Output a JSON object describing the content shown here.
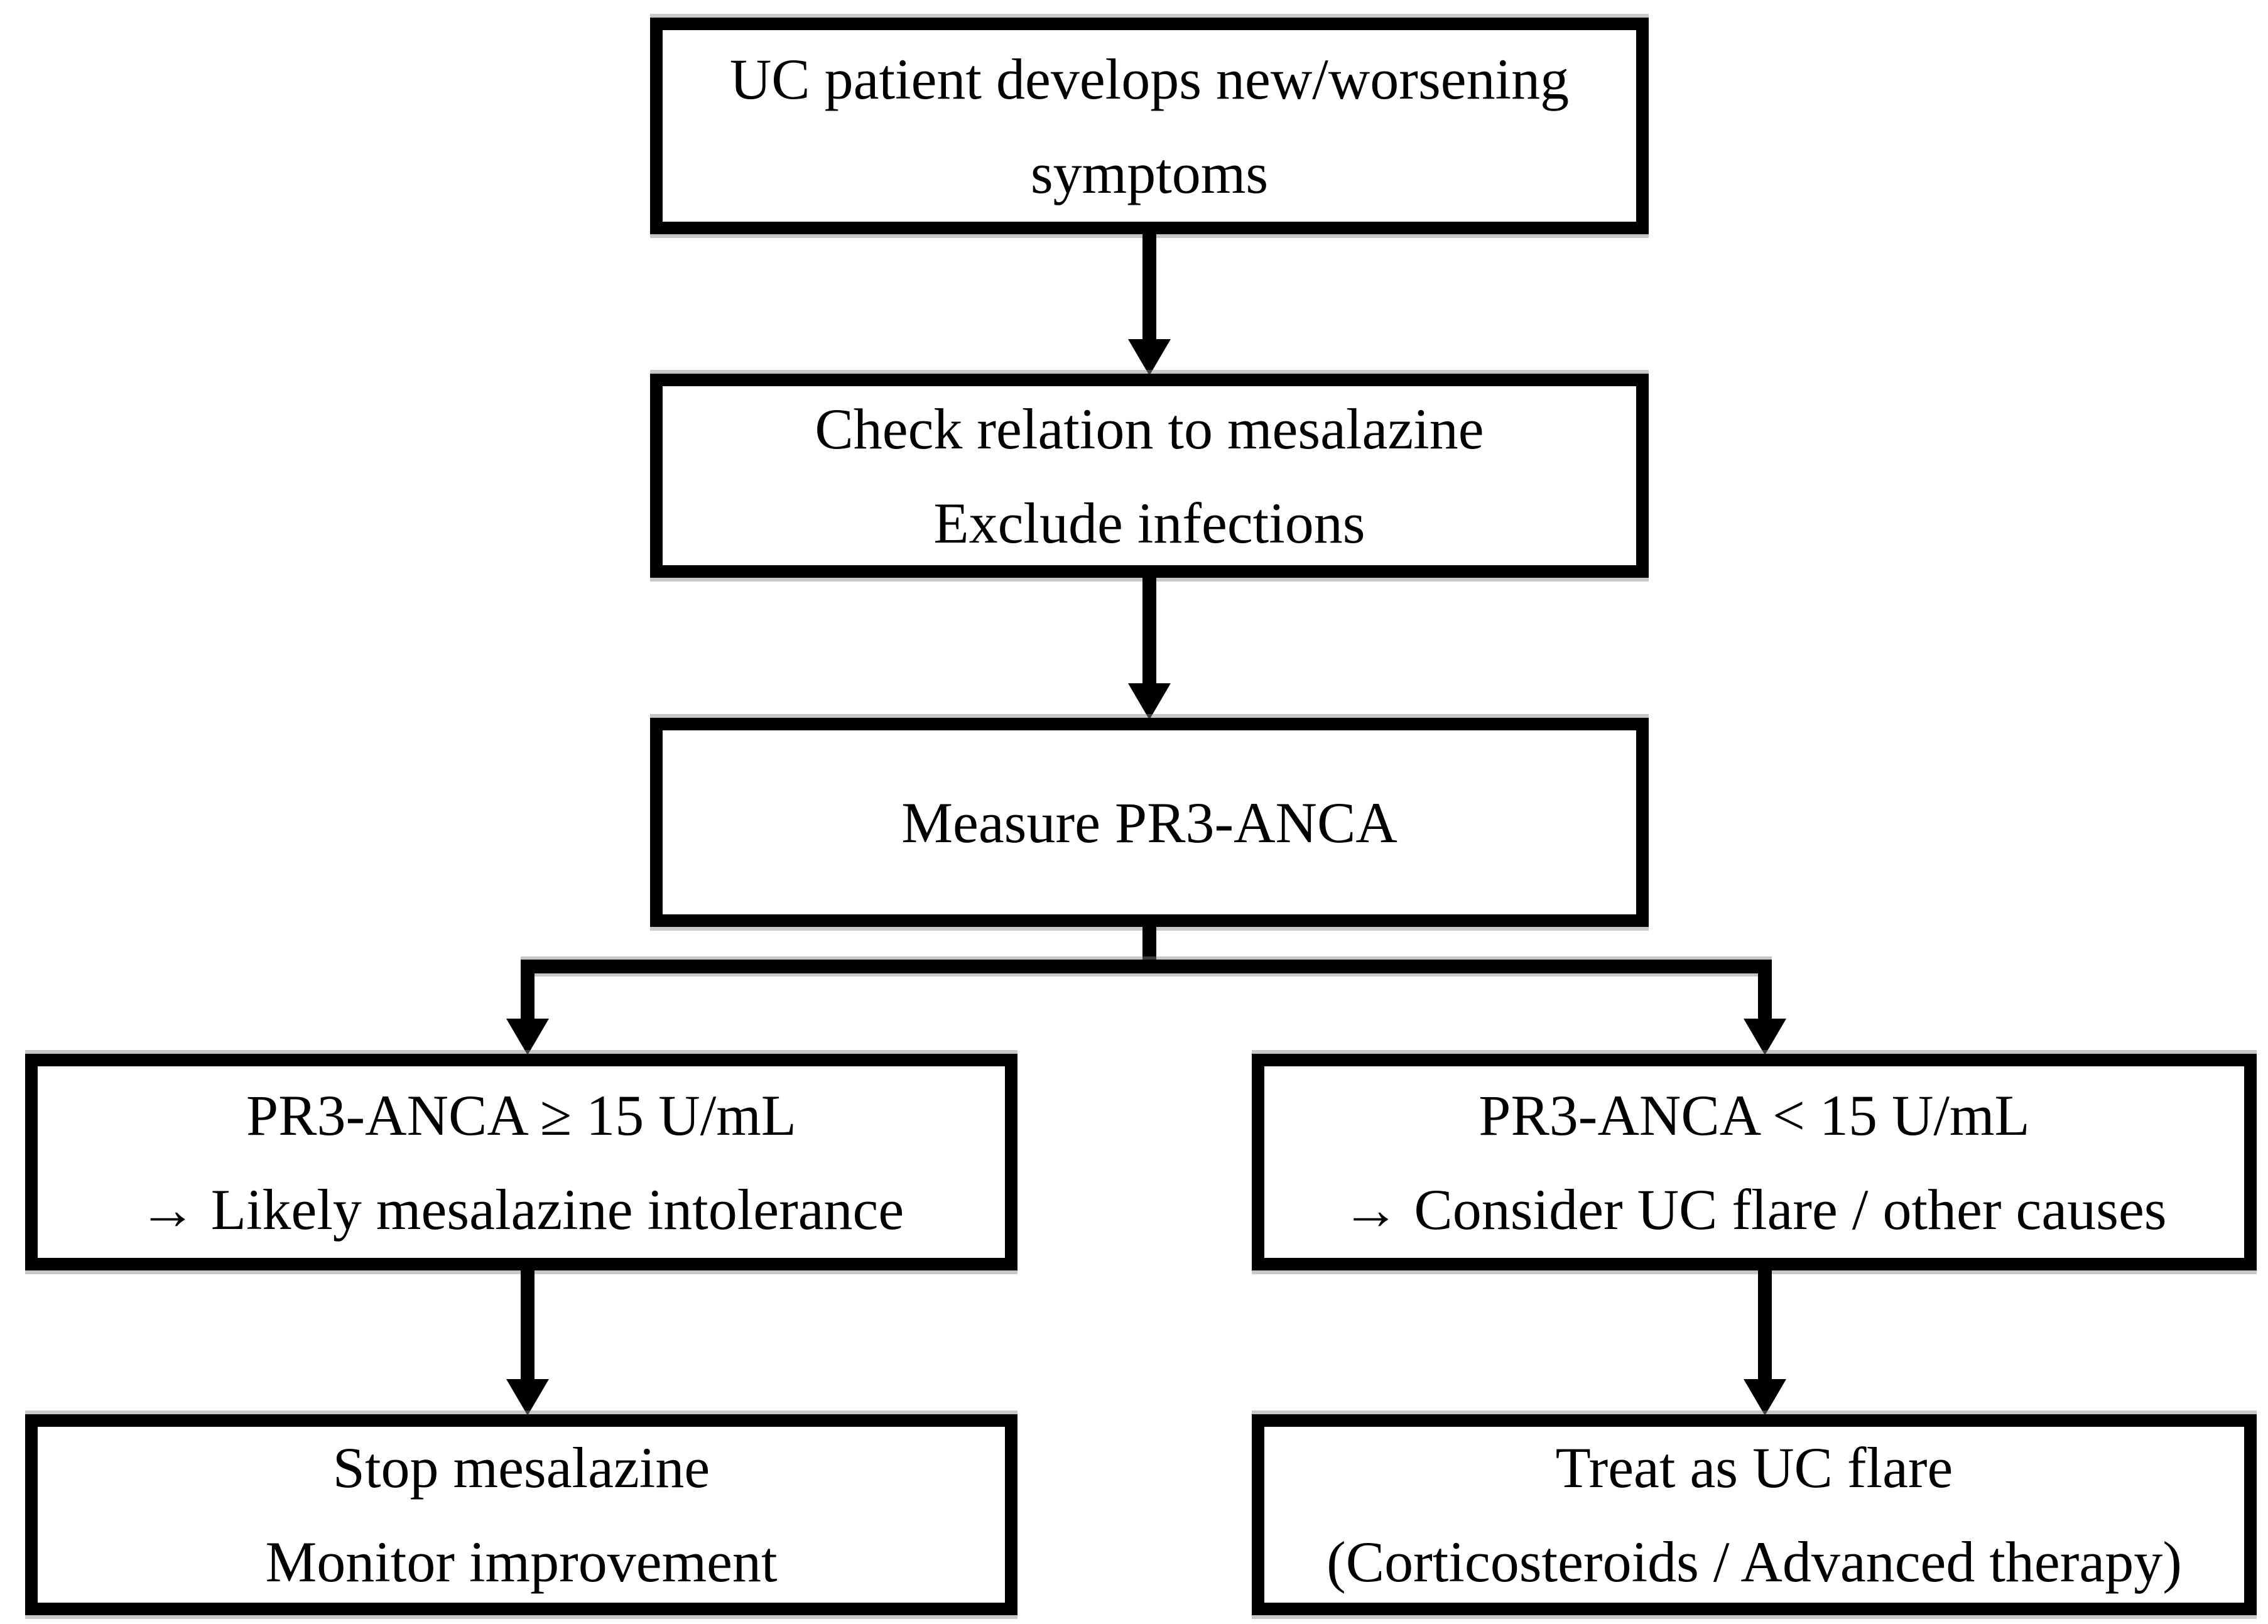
{
  "flowchart": {
    "colors": {
      "border": "#000000",
      "background": "#ffffff",
      "text": "#000000"
    },
    "nodes": {
      "start": {
        "line1": "UC patient develops new/worsening",
        "line2": "symptoms"
      },
      "check": {
        "line1": "Check relation to mesalazine",
        "line2": "Exclude infections"
      },
      "measure": {
        "line1": "Measure PR3-ANCA"
      },
      "branch_high": {
        "line1": "PR3-ANCA ≥ 15 U/mL",
        "line2": "→ Likely mesalazine intolerance"
      },
      "branch_low": {
        "line1": "PR3-ANCA < 15 U/mL",
        "line2": "→ Consider UC flare / other causes"
      },
      "outcome_high": {
        "line1": "Stop mesalazine",
        "line2": "Monitor improvement"
      },
      "outcome_low": {
        "line1": "Treat as UC flare",
        "line2": "(Corticosteroids / Advanced therapy)"
      }
    }
  }
}
